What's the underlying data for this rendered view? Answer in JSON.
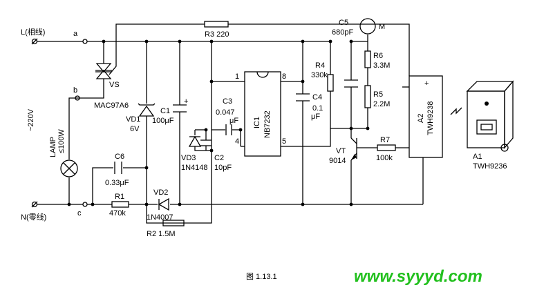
{
  "terminals": {
    "live": "L(相线)",
    "neutral": "N(零线)",
    "a": "a",
    "b": "b",
    "c": "c"
  },
  "supply": "~220V",
  "lamp": {
    "label": "LAMP",
    "rating": "≤100W"
  },
  "components": {
    "r3": "R3  220",
    "vs": "VS",
    "mac": "MAC97A6",
    "vd1": "VD1",
    "vd1_v": "6V",
    "c1": "C1",
    "c1_v": "100μF",
    "c6": "C6",
    "c6_v": "0.33μF",
    "r1": "R1",
    "r1_v": "470k",
    "vd2": "VD2",
    "vd2_v": "1N4007",
    "r2": "R2  1.5M",
    "vd3": "VD3",
    "vd3_v": "1N4148",
    "c3": "C3",
    "c3_v": "0.047",
    "c3_u": "μF",
    "c2": "C2",
    "c2_v": "10pF",
    "ic1": "IC1",
    "ic1_v": "NB7232",
    "pin1": "1",
    "pin4": "4",
    "pin5": "5",
    "pin8": "8",
    "c4": "C4",
    "c4_v": "0.1",
    "c4_u": "μF",
    "r4": "R4",
    "r4_v": "330k",
    "c5": "C5",
    "c5_v": "680pF",
    "m": "M",
    "r6": "R6",
    "r6_v": "3.3M",
    "r5": "R5",
    "r5_v": "2.2M",
    "vt": "VT",
    "vt_v": "9014",
    "r7": "R7",
    "r7_v": "100k",
    "a2": "A2",
    "a2_v": "TWH9238",
    "a1": "A1",
    "a1_v": "TWH9236",
    "plus": "+",
    "minus": "−"
  },
  "caption": "图 1.13.1",
  "watermark": "www.syyyd.com"
}
